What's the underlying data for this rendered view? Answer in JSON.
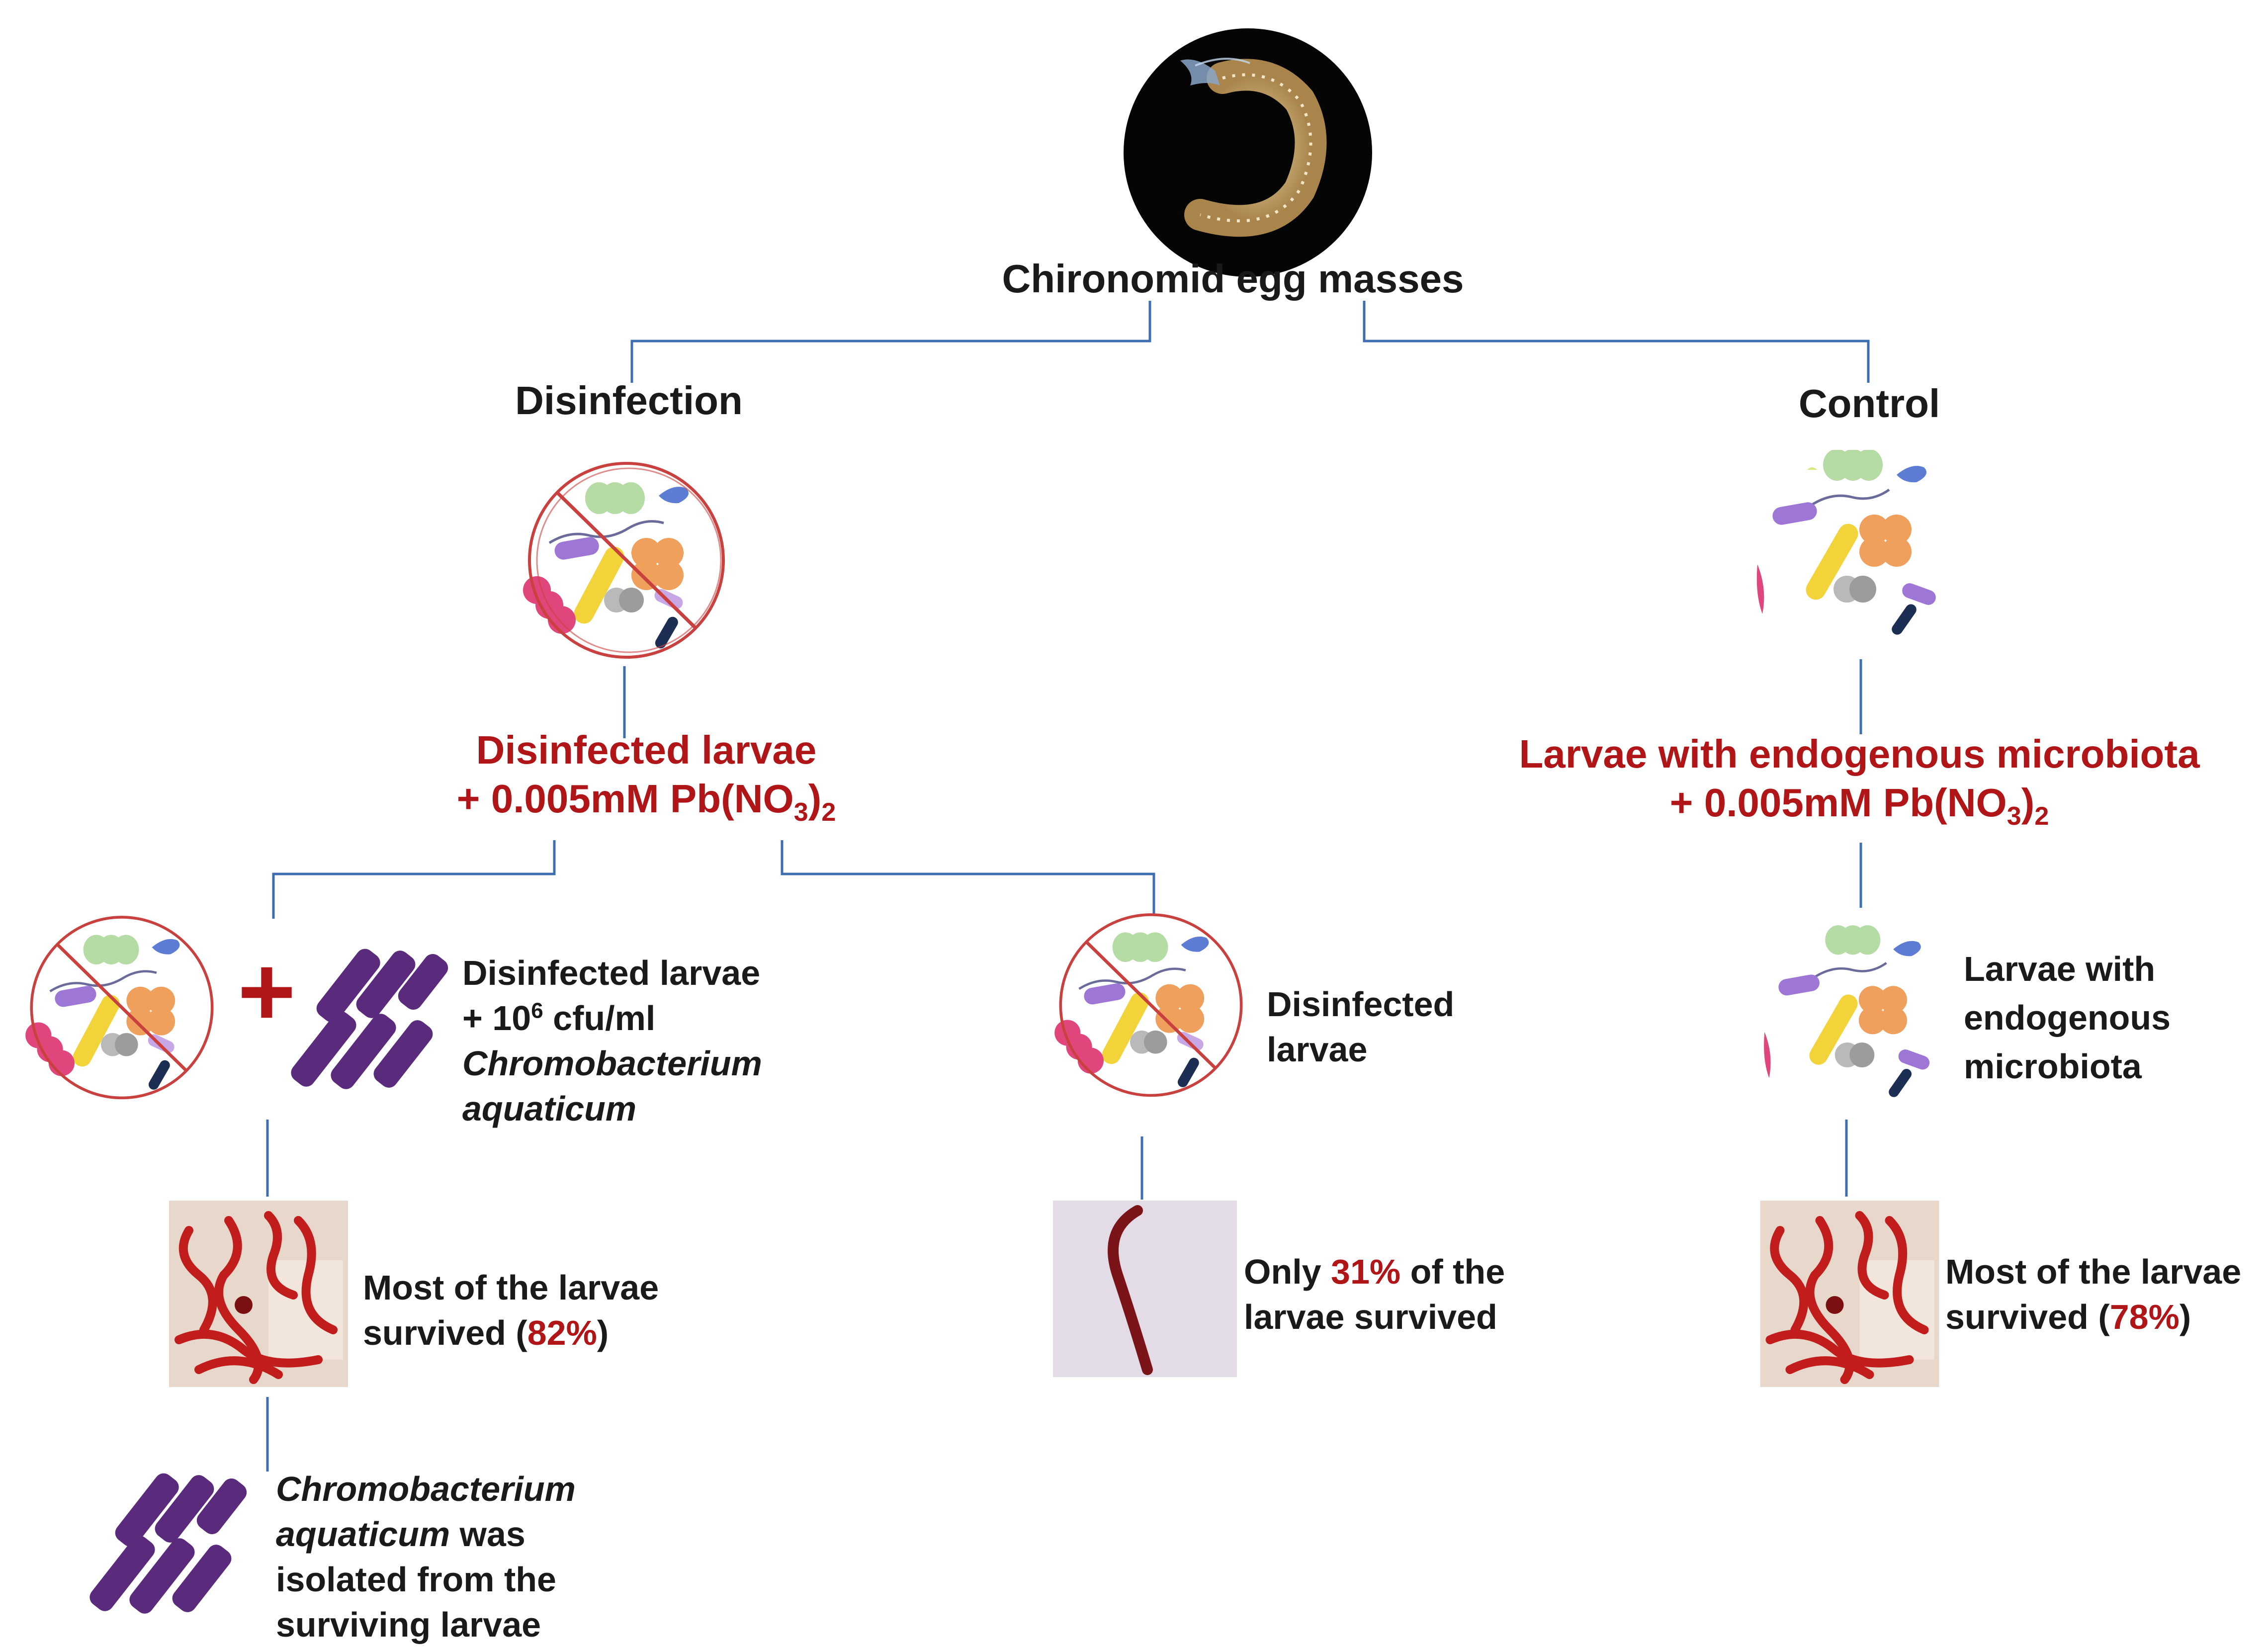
{
  "root": {
    "label": "Chironomid egg masses"
  },
  "branches": {
    "disinfection": {
      "label": "Disinfection"
    },
    "control": {
      "label": "Control"
    }
  },
  "treatments": {
    "disinfected": {
      "line1": "Disinfected larvae",
      "line2_prefix": "+ 0.005mM Pb(NO",
      "sub3": "3",
      "close": ")",
      "sub2": "2"
    },
    "control": {
      "line1": "Larvae with endogenous microbiota",
      "line2_prefix": "+ 0.005mM Pb(NO",
      "sub3": "3",
      "close": ")",
      "sub2": "2"
    }
  },
  "groups": {
    "inoculated": {
      "plus": "+",
      "line1": "Disinfected larvae",
      "line2_prefix": "+ 10",
      "line2_sup": "6",
      "line2_suffix": " cfu/ml",
      "line3": "Chromobacterium",
      "line4": "aquaticum"
    },
    "disinfected": {
      "line1": "Disinfected",
      "line2": "larvae"
    },
    "control": {
      "line1": "Larvae with",
      "line2": "endogenous",
      "line3": "microbiota"
    }
  },
  "outcomes": {
    "inoculated": {
      "line1": "Most of the larvae",
      "line2_prefix": "survived (",
      "pct": "82%",
      "line2_suffix": ")"
    },
    "disinfected": {
      "line1_prefix": "Only ",
      "pct": "31%",
      "line1_suffix": " of the",
      "line2": "larvae survived"
    },
    "control": {
      "line1": "Most of the larvae",
      "line2_prefix": "survived (",
      "pct": "78%",
      "line2_suffix": ")"
    }
  },
  "isolation": {
    "line1": "Chromobacterium",
    "line2_italic": "aquaticum",
    "line2_suffix": " was",
    "line3": "isolated from the",
    "line4": "surviving larvae"
  },
  "colors": {
    "connector": "#3e6eb0",
    "highlight_red": "#b01518",
    "bacterium_purple": "#5a2a7c",
    "prohibition_ring": "#c9413f"
  }
}
